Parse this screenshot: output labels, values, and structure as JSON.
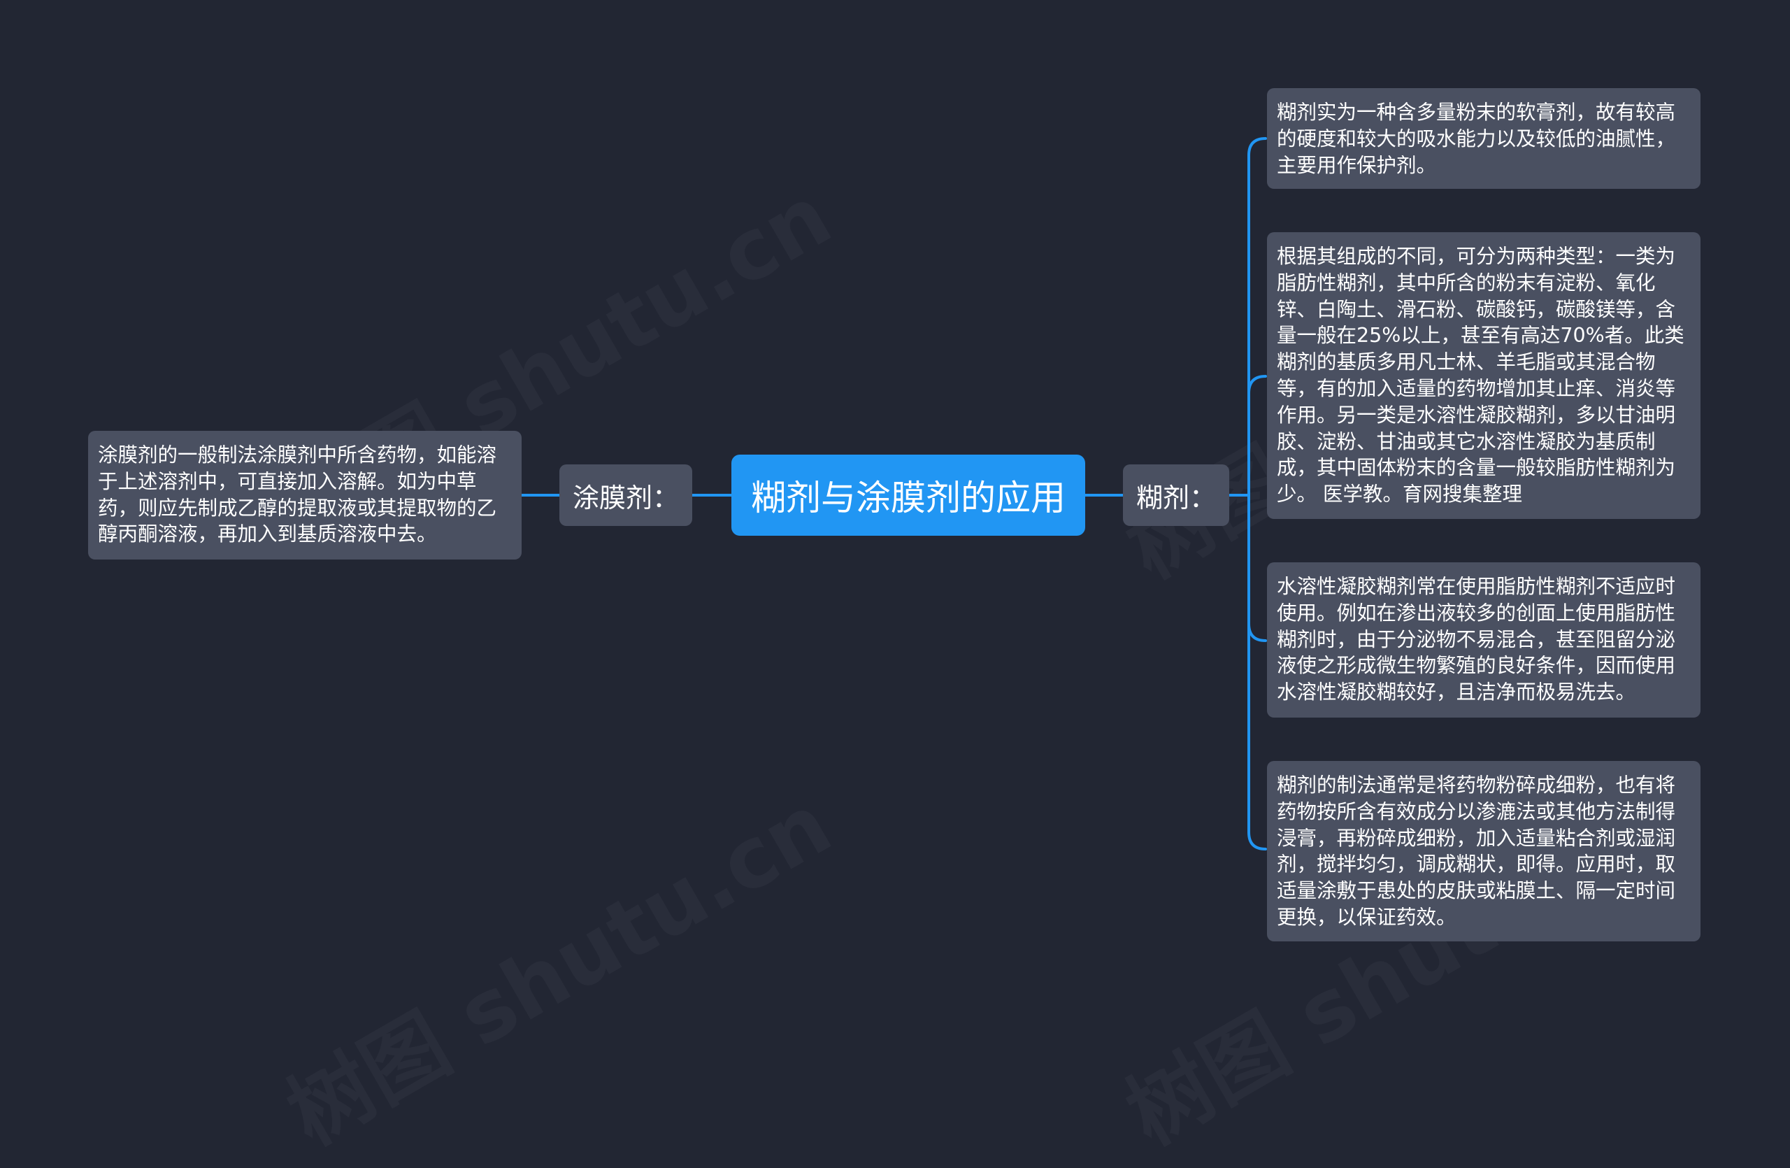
{
  "root": {
    "title": "糊剂与涂膜剂的应用"
  },
  "left": {
    "branch_label": "涂膜剂：",
    "leaves": [
      "涂膜剂的一般制法涂膜剂中所含药物，如能溶于上述溶剂中，可直接加入溶解。如为中草药，则应先制成乙醇的提取液或其提取物的乙醇丙酮溶液，再加入到基质溶液中去。"
    ]
  },
  "right": {
    "branch_label": "糊剂：",
    "leaves": [
      "糊剂实为一种含多量粉末的软膏剂，故有较高的硬度和较大的吸水能力以及较低的油腻性，主要用作保护剂。",
      "根据其组成的不同，可分为两种类型：一类为脂肪性糊剂，其中所含的粉末有淀粉、氧化锌、白陶土、滑石粉、碳酸钙，碳酸镁等，含量一般在25%以上，甚至有高达70%者。此类糊剂的基质多用凡士林、羊毛脂或其混合物等，有的加入适量的药物增加其止痒、消炎等作用。另一类是水溶性凝胶糊剂，多以甘油明胶、淀粉、甘油或其它水溶性凝胶为基质制成，其中固体粉末的含量一般较脂肪性糊剂为少。 医学教。育网搜集整理",
      "水溶性凝胶糊剂常在使用脂肪性糊剂不适应时使用。例如在渗出液较多的创面上使用脂肪性糊剂时，由于分泌物不易混合，甚至阻留分泌液使之形成微生物繁殖的良好条件，因而使用水溶性凝胶糊较好，且洁净而极易洗去。",
      "糊剂的制法通常是将药物粉碎成细粉，也有将药物按所含有效成分以渗漉法或其他方法制得浸膏，再粉碎成细粉，加入适量粘合剂或湿润剂，搅拌均匀，调成糊状，即得。应用时，取适量涂敷于患处的皮肤或粘膜土、隔一定时间更换，以保证药效。"
    ]
  },
  "colors": {
    "background": "#222633",
    "root_fill": "#2196f3",
    "node_fill": "#4a5061",
    "connector": "#2196f3",
    "text": "#ffffff"
  }
}
